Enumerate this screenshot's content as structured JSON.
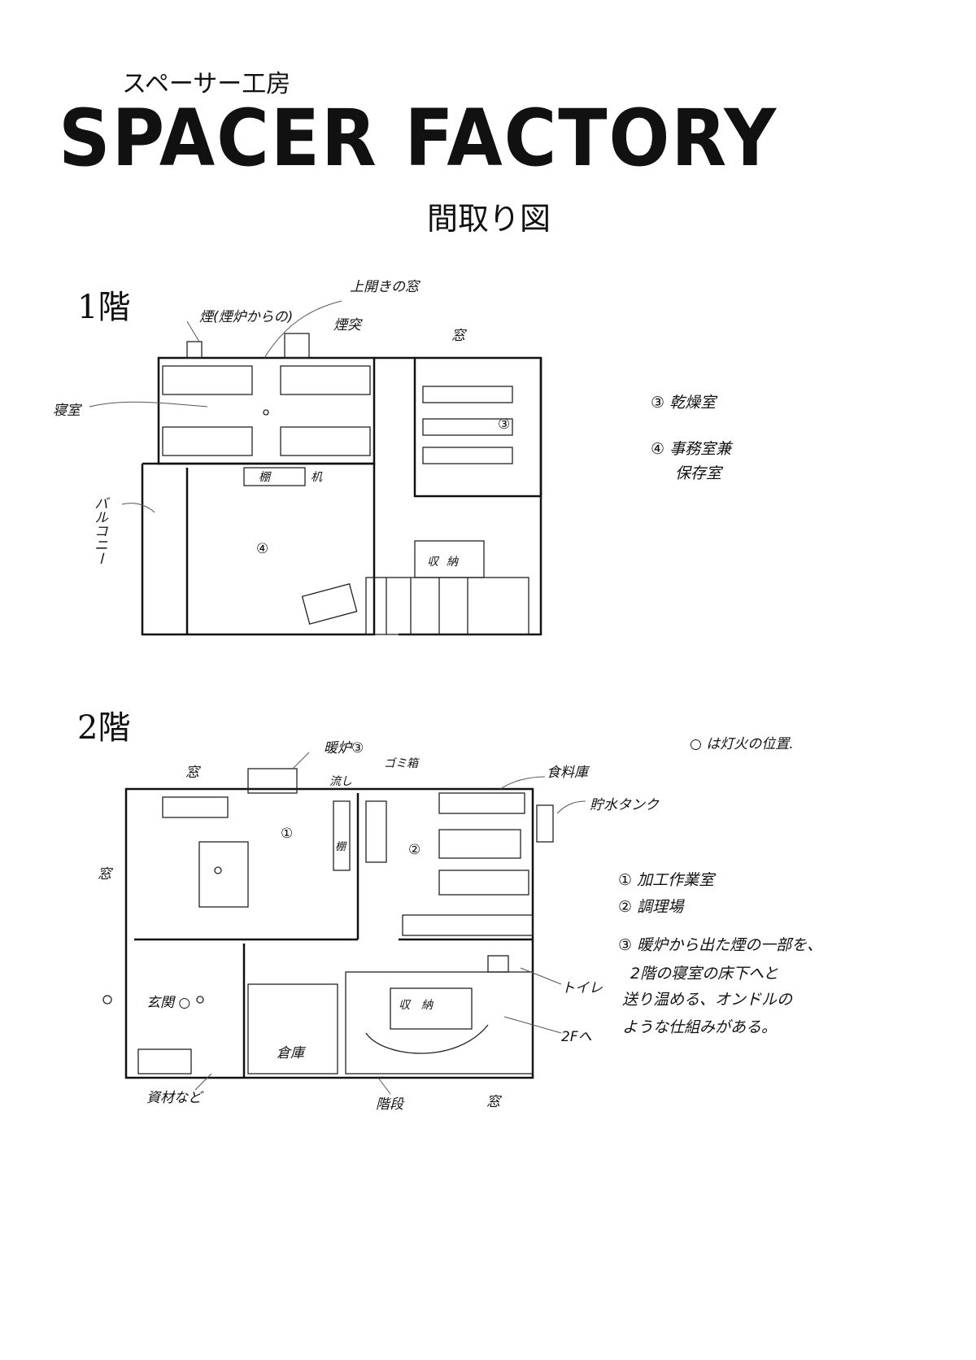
{
  "header": {
    "subtitle": "スペーサー工房",
    "title": "SPACER FACTORY",
    "caption": "間取り図"
  },
  "floor1": {
    "heading": "1階",
    "labels": {
      "smoke": "煙(煙炉からの)",
      "top_window": "上開きの窓",
      "chimney": "煙突",
      "window": "窓",
      "bedroom": "寝室",
      "balcony": "バルコニー",
      "shelf": "棚",
      "desk": "机",
      "room4": "④",
      "room3": "③",
      "storage": "収納"
    },
    "legend": [
      "③ 乾燥室",
      "④ 事務室兼",
      "保存室"
    ]
  },
  "floor2": {
    "heading": "2階",
    "labels": {
      "fireplace": "暖炉③",
      "window_top": "窓",
      "trash": "ゴミ箱",
      "sink": "流し",
      "pantry": "食料庫",
      "water_tank": "貯水タンク",
      "window_left": "窓",
      "room1": "①",
      "room2": "②",
      "shelf": "棚",
      "entrance": "玄関 ○",
      "warehouse": "倉庫",
      "storage": "収納",
      "toilet": "トイレ",
      "to_2f": "2Fへ",
      "materials": "資材など",
      "stairs": "階段",
      "window_bottom": "窓",
      "light_note": "○ は灯火の位置."
    },
    "legend": [
      "① 加工作業室",
      "② 調理場",
      "③ 暖炉から出た煙の一部を、",
      "2階の寝室の床下へと",
      "送り温める、オンドルの",
      "ような仕組みがある。"
    ]
  }
}
